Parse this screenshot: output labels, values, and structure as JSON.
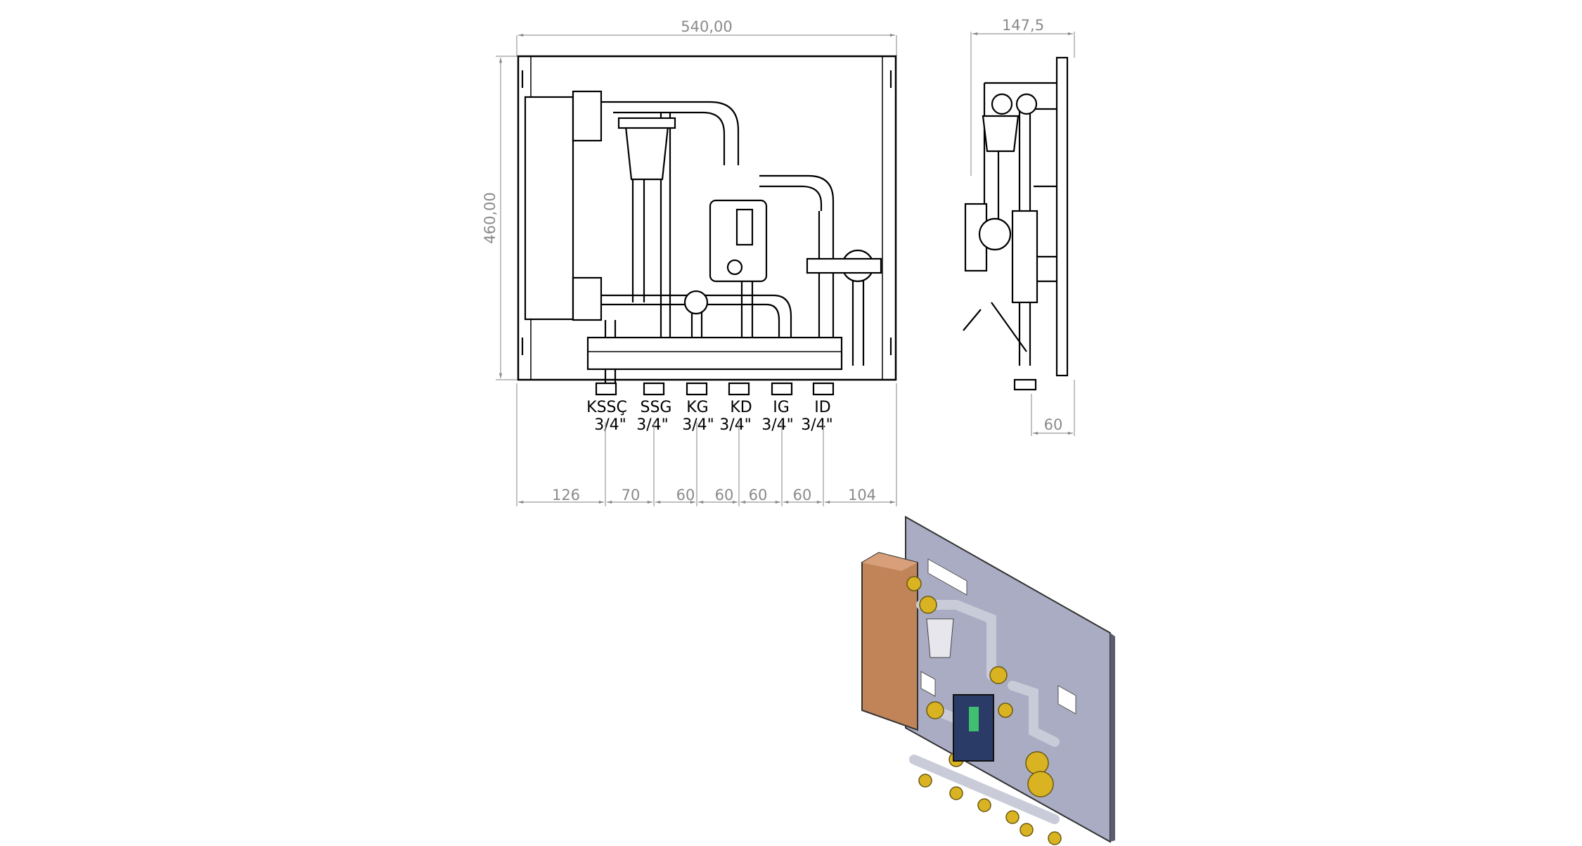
{
  "dimensions": {
    "front_width": "540,00",
    "front_height": "460,00",
    "side_depth": "147,5",
    "side_bottom": "60",
    "bottom_spacing": [
      "126",
      "70",
      "60",
      "60",
      "60",
      "60",
      "104"
    ]
  },
  "ports": [
    {
      "name": "KSSÇ",
      "size": "3/4\""
    },
    {
      "name": "SSG",
      "size": "3/4\""
    },
    {
      "name": "KG",
      "size": "3/4\""
    },
    {
      "name": "KD",
      "size": "3/4\""
    },
    {
      "name": "IG",
      "size": "3/4\""
    },
    {
      "name": "ID",
      "size": "3/4\""
    }
  ],
  "colors": {
    "plate": "#a9acc2",
    "copper": "#c08458",
    "brass": "#d9b321",
    "pump": "#2b3b68"
  }
}
